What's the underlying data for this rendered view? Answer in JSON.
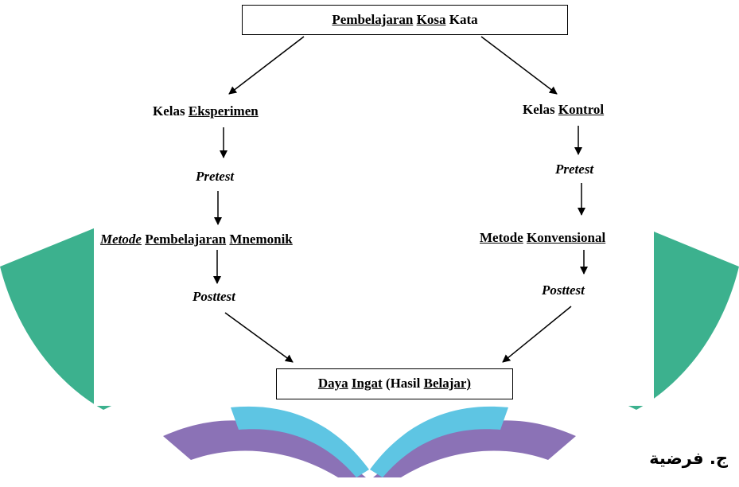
{
  "diagram": {
    "top_box": {
      "w1": "Pembelajaran",
      "w2": "Kosa",
      "w3": "Kata"
    },
    "left": {
      "class": {
        "w1": "Kelas",
        "w2": "Eksperimen"
      },
      "pretest": "Pretest",
      "method": {
        "w1": "Metode",
        "w2": "Pembelajaran",
        "w3": "Mnemonik"
      },
      "posttest": "Posttest"
    },
    "right": {
      "class": {
        "w1": "Kelas",
        "w2": "Kontrol"
      },
      "pretest": "Pretest",
      "method": {
        "w1": "Metode",
        "w2": "Konvensional"
      },
      "posttest": "Posttest"
    },
    "bottom_box": {
      "w1": "Daya",
      "w2": "Ingat",
      "w3": "(Hasil",
      "w4": "Belajar)"
    }
  },
  "footer": {
    "heading": "ج.  فرضية"
  },
  "colors": {
    "watermark_green": "#1aa37a",
    "watermark_purple": "#8b72b6",
    "watermark_blue": "#5ec5e3"
  }
}
